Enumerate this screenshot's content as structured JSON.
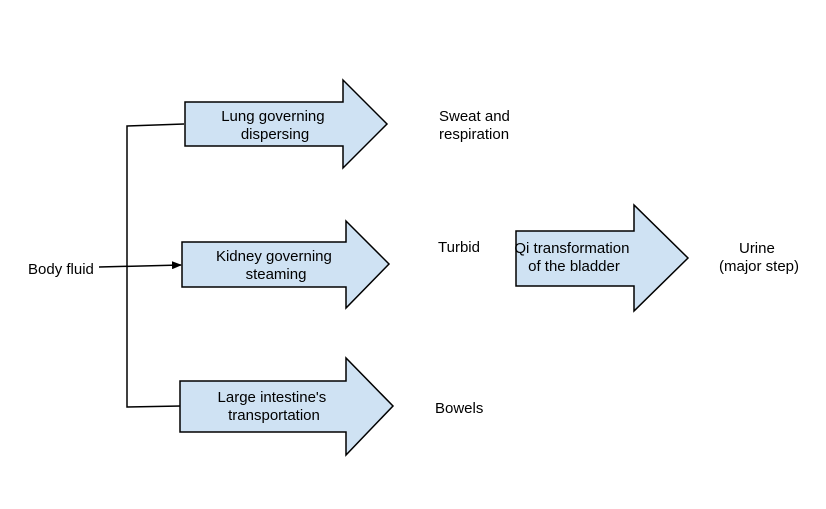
{
  "colors": {
    "arrow_fill": "#cfe2f3",
    "arrow_stroke": "#000000",
    "connector": "#000000",
    "text": "#000000"
  },
  "source": {
    "label": "Body fluid"
  },
  "branches": [
    {
      "arrow_line1": "Lung governing",
      "arrow_line2": "dispersing",
      "output_line1": "Sweat and",
      "output_line2": "respiration"
    },
    {
      "arrow_line1": "Kidney governing",
      "arrow_line2": "steaming",
      "output_line1": "Turbid"
    },
    {
      "arrow_line1": "Large intestine's",
      "arrow_line2": "transportation",
      "output_line1": "Bowels"
    }
  ],
  "bladder": {
    "arrow_line1": "Qi transformation",
    "arrow_line2": "of the bladder",
    "output_line1": "Urine",
    "output_line2": "(major step)"
  }
}
